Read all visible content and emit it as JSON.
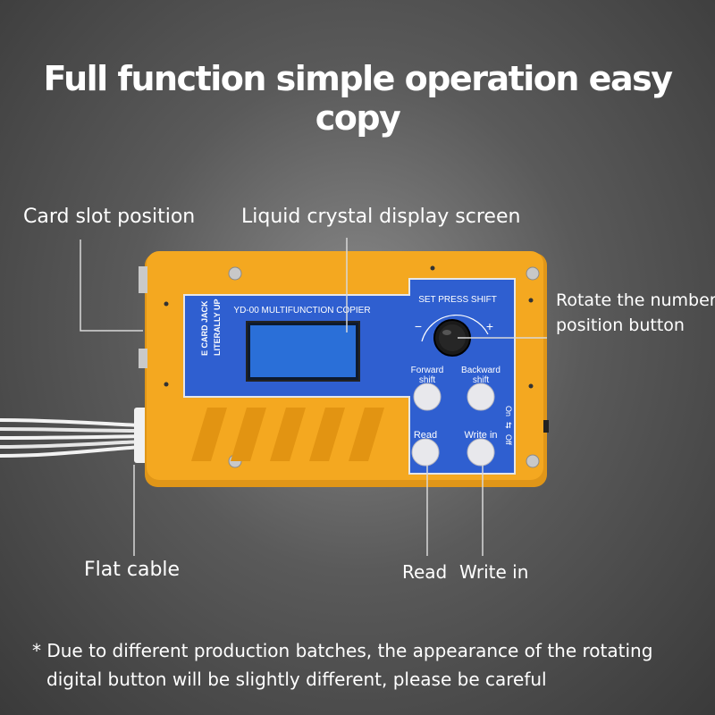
{
  "headline": "Full function simple operation easy copy",
  "callouts": {
    "card_slot": "Card slot position",
    "lcd": "Liquid crystal display screen",
    "rotate_line1": "Rotate the number",
    "rotate_line2": "position button",
    "flat_cable": "Flat cable",
    "read": "Read",
    "write_in": "Write in"
  },
  "device": {
    "model": "YD-00 MULTIFUNCTION COPIER",
    "side_line1": "E CARD JACK",
    "side_line2": "LITERALLY UP",
    "knob_title": "SET PRESS SHIFT",
    "minus": "−",
    "plus": "+",
    "forward_line1": "Forward",
    "forward_line2": "shift",
    "backward_line1": "Backward",
    "backward_line2": "shift",
    "read": "Read",
    "write_in": "Write in",
    "switch_on": "On",
    "switch_off": "Off",
    "colors": {
      "case": "#f4a820",
      "panel": "#2f5fd0",
      "button": "#e8e8ec",
      "lcd": "#2a6fd8"
    }
  },
  "footnote": {
    "line1": "* Due to different production batches, the appearance of the rotating",
    "line2": "digital button will be slightly different, please be careful"
  }
}
